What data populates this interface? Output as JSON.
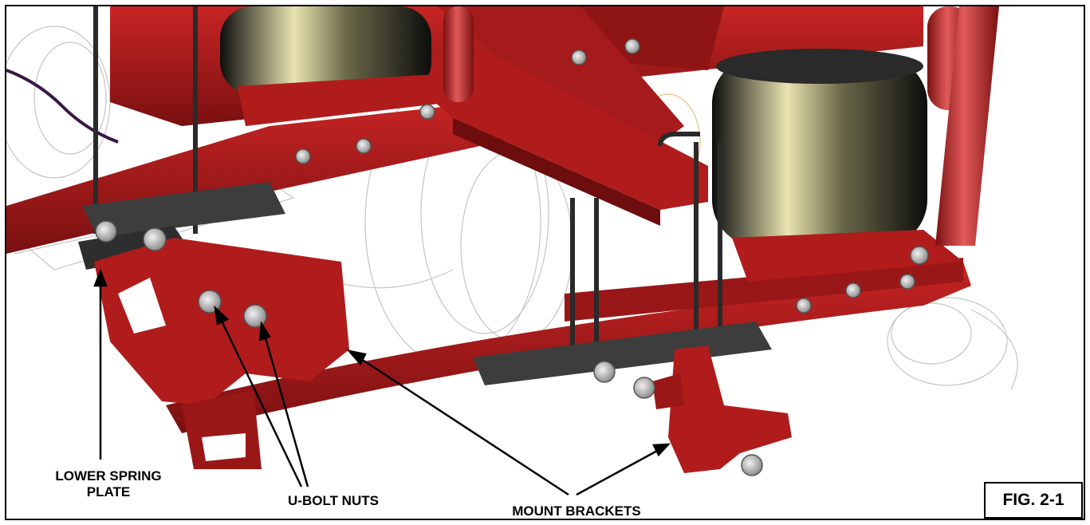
{
  "figure": {
    "callouts": {
      "lower_spring_plate_line1": "LOWER SPRING",
      "lower_spring_plate_line2": "PLATE",
      "u_bolt_nuts": "U-BOLT NUTS",
      "mount_brackets": "MOUNT BRACKETS"
    },
    "figure_label": "FIG. 2-1"
  },
  "colors": {
    "frame_red": "#b01c1c",
    "frame_red_dark": "#6e0d0d",
    "bag_black": "#161616",
    "bag_highlight": "#e9e4b0",
    "plate_gray": "#3d3d3d",
    "nut_silver": "#c9c9c9",
    "line_art_gray": "#bdbdbd",
    "wire_purple": "#3a1845"
  }
}
